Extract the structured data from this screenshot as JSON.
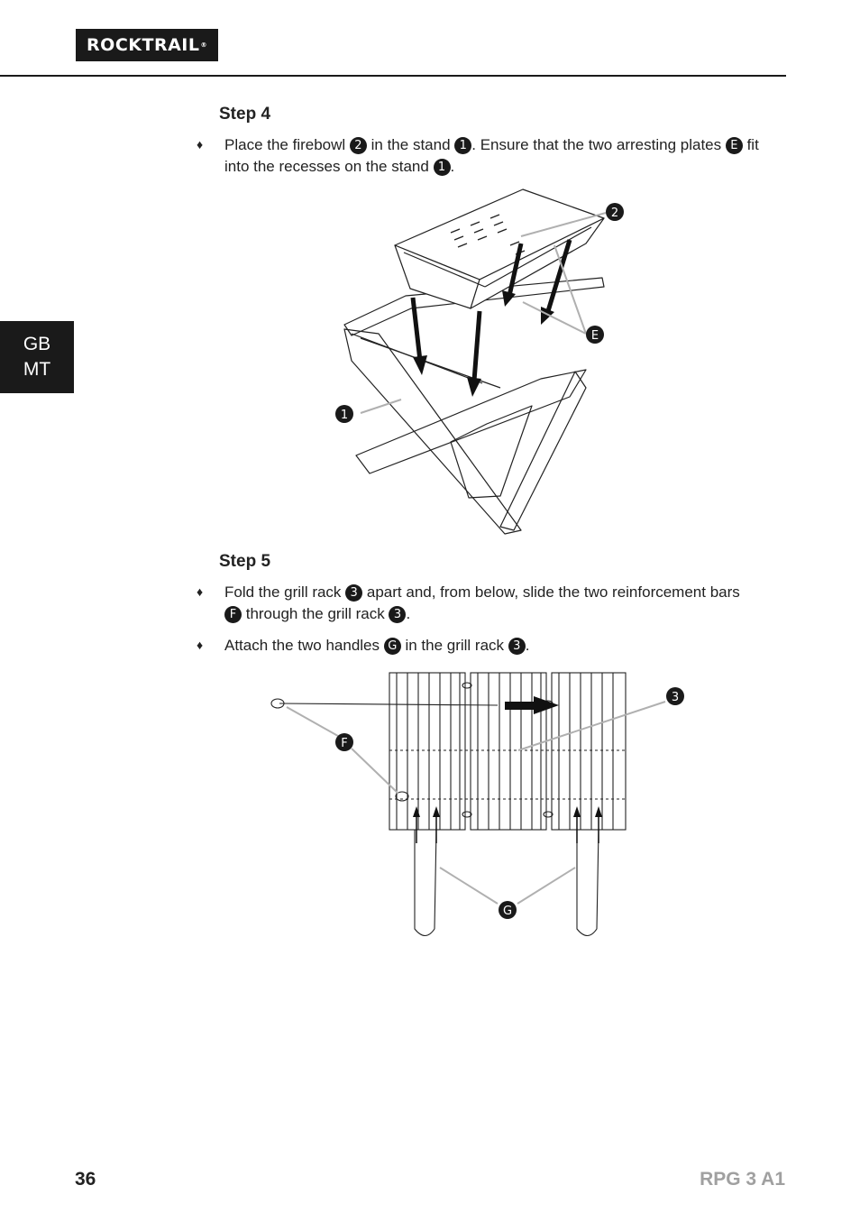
{
  "header": {
    "brand": "ROCKTRAIL",
    "brand_mark": "®"
  },
  "language_tab": {
    "line1": "GB",
    "line2": "MT"
  },
  "step4": {
    "heading": "Step 4",
    "bullet": "♦",
    "t1": "Place the firebowl ",
    "b1": "2",
    "t2": " in the stand ",
    "b2": "1",
    "t3": ". Ensure that the two arresting plates ",
    "b3": "E",
    "t4": " fit into the recesses on the stand ",
    "b4": "1",
    "t5": "."
  },
  "figure1": {
    "callout_top": "2",
    "callout_right": "E",
    "callout_left": "1"
  },
  "step5": {
    "heading": "Step 5",
    "bullet": "♦",
    "i1": {
      "t1": "Fold the grill rack ",
      "b1": "3",
      "t2": " apart and, from below, slide the two reinforcement bars ",
      "b2": "F",
      "t3": " through the grill rack ",
      "b3": "3",
      "t4": "."
    },
    "i2": {
      "t1": "Attach the two handles ",
      "b1": "G",
      "t2": " in the grill rack ",
      "b2": "3",
      "t3": "."
    }
  },
  "figure2": {
    "callout_rack": "3",
    "callout_bars": "F",
    "callout_handles": "G"
  },
  "footer": {
    "page_number": "36",
    "model": "RPG 3 A1"
  },
  "colors": {
    "ink": "#1a1a1a",
    "footer_model": "#a0a0a0",
    "callout_line": "#b0b0b0"
  }
}
